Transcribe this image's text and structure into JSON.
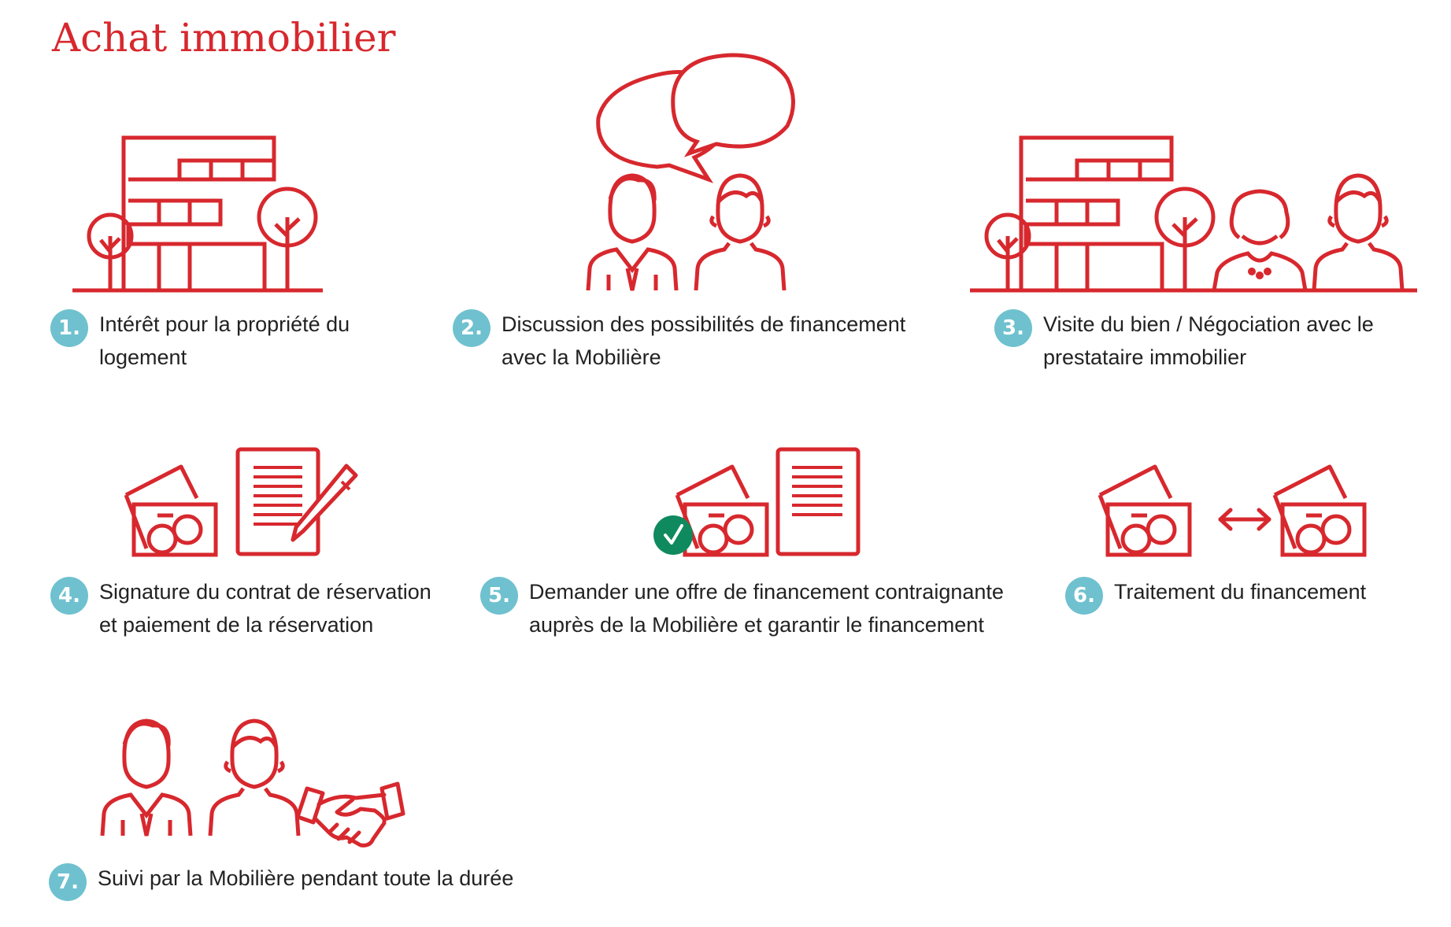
{
  "title": "Achat immobilier",
  "colors": {
    "accent": "#d7282e",
    "badge": "#6fc1cf",
    "check": "#0f8a5f",
    "text": "#222222"
  },
  "steps": [
    {
      "number": "1.",
      "line1": "Intérêt pour la propriété du",
      "line2": "logement",
      "icon": "house-with-trees-icon"
    },
    {
      "number": "2.",
      "line1": "Discussion des possibilités de financement",
      "line2": "avec la Mobilière",
      "icon": "two-people-talking-icon"
    },
    {
      "number": "3.",
      "line1": "Visite du bien / Négociation avec le",
      "line2": "prestataire immobilier",
      "icon": "house-and-couple-icon"
    },
    {
      "number": "4.",
      "line1": "Signature du contrat de réservation",
      "line2": "et paiement de la réservation",
      "icon": "money-and-contract-signing-icon"
    },
    {
      "number": "5.",
      "line1": "Demander une offre de financement contraignante",
      "line2": "auprès de la Mobilière et garantir le financement",
      "icon": "approved-money-and-document-icon"
    },
    {
      "number": "6.",
      "line1": "Traitement du financement",
      "line2": "",
      "icon": "money-exchange-icon"
    },
    {
      "number": "7.",
      "line1": "Suivi par la Mobilière pendant toute la durée",
      "line2": "",
      "icon": "people-handshake-icon"
    }
  ]
}
